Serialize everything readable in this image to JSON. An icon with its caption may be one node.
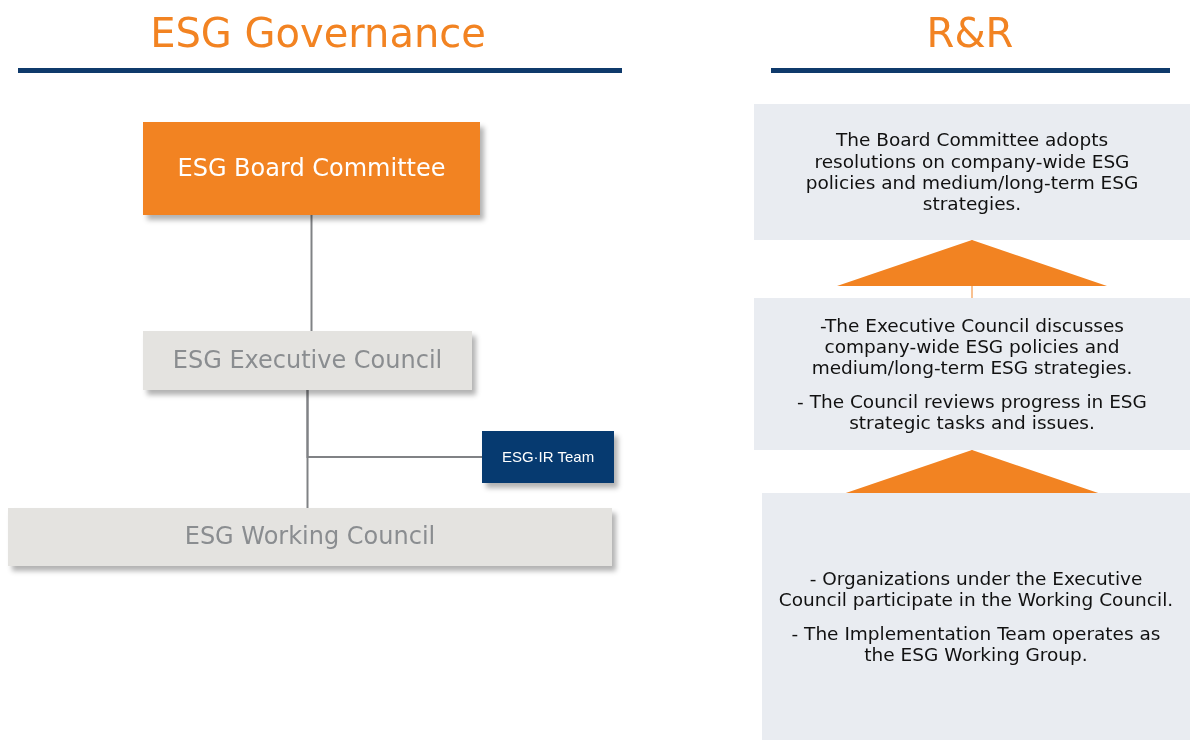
{
  "diagram": {
    "nodes": [
      {
        "text": [
          "ESG Board Committee"
        ]
      },
      {
        "text": [
          "ESG Executive Council"
        ]
      },
      {
        "text": [
          "ESG·IR Team"
        ]
      },
      {
        "text": [
          "ESG Working Council"
        ]
      },
      {
        "text": [
          "The Board Committee adopts resolutions on company-wide ESG policies and medium/long-term ESG strategies."
        ]
      },
      {
        "text": [
          "-The Executive Council discusses company-wide ESG policies and medium/long-term ESG strategies.",
          "- The Council reviews progress in ESG strategic tasks and issues."
        ]
      },
      {
        "text": [
          "- Organizations under the Executive Council participate in the Working Council.",
          "- The Implementation Team operates as the ESG Working Group."
        ]
      }
    ],
    "edges": [
      {
        "from": 0,
        "to": 1,
        "arrow": "none"
      },
      {
        "from": 1,
        "to": 3,
        "arrow": "none"
      },
      {
        "from": 1,
        "to": 2,
        "arrow": "none"
      },
      {
        "from": 5,
        "to": 4,
        "arrow": "to",
        "color": "#f28322"
      },
      {
        "from": 6,
        "to": 5,
        "arrow": "to",
        "color": "#f28322"
      }
    ],
    "labels": [
      "ESG Governance",
      "R&R"
    ]
  }
}
